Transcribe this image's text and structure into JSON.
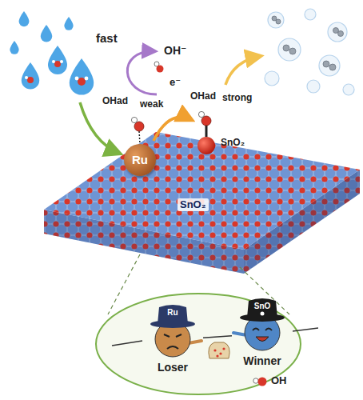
{
  "diagram": {
    "nodes": [
      {
        "text": [
          "Ru"
        ]
      },
      {
        "text": [
          "Ru",
          "Loser"
        ]
      },
      {
        "text": [
          "SnO",
          "Winner"
        ]
      }
    ],
    "edges": [
      {
        "from": 1,
        "to": 2,
        "arrow": "none"
      }
    ],
    "labels": [
      "fast",
      "OH⁻",
      "e⁻",
      "OHad",
      "weak",
      "OHad",
      "strong",
      "SnO₂",
      "SnO₂"
    ],
    "legend": [
      {
        "text": "OH"
      }
    ]
  }
}
